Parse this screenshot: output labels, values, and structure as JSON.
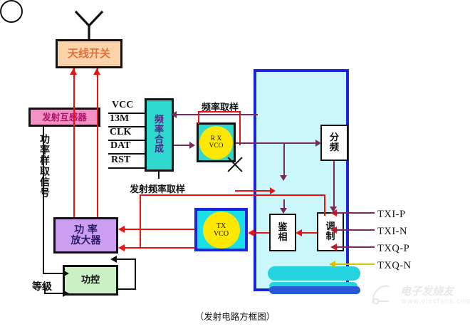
{
  "diagram": {
    "caption": "（发射电路方框图）",
    "blocks": {
      "antenna_switch": "天线开关",
      "tx_transformer": "发射互感器",
      "freq_synth": [
        "频",
        "率",
        "合",
        "成"
      ],
      "rx_vco_line1": "R X",
      "rx_vco_line2": "VCO",
      "tx_vco_line1": "TX",
      "tx_vco_line2": "VCO",
      "power_amp_line1": "功  率",
      "power_amp_line2": "放大器",
      "power_control": "功控",
      "divider": [
        "分",
        "频"
      ],
      "phase_detector": [
        "鉴",
        "相"
      ],
      "modulator": [
        "调",
        "制"
      ],
      "mixer": "mixer-symbol"
    },
    "pins": [
      "VCC",
      "13M",
      "CLK",
      "DAT",
      "RST"
    ],
    "labels": {
      "freq_sampling": "频率取样",
      "tx_freq_sampling": "发射频率取样",
      "power_sample_signal": "功率样取信号",
      "level": "等级"
    },
    "signals": [
      "TXI-P",
      "TXI-N",
      "TXQ-P",
      "TXQ-N"
    ],
    "watermark": {
      "brand": "电子发烧友",
      "url": "www.elecfans.com"
    },
    "colors": {
      "antenna_switch_fill": "#fbd3ab",
      "antenna_switch_text": "#e2703a",
      "tx_transformer_fill": "#f191c4",
      "tx_transformer_text": "#b1106b",
      "freq_synth_fill": "#2fd8cf",
      "vco_fill": "#ffe800",
      "power_amp_fill": "#cc9ef0",
      "power_control_fill": "#cbf0c4",
      "rf_panel_fill": "#c9f7fc",
      "rf_panel_border": "#1924e0",
      "red_wire": "#ee1111",
      "purple_wire": "#7a2a5a",
      "black_wire": "#111111",
      "yellow_wire": "#d8c000"
    }
  }
}
